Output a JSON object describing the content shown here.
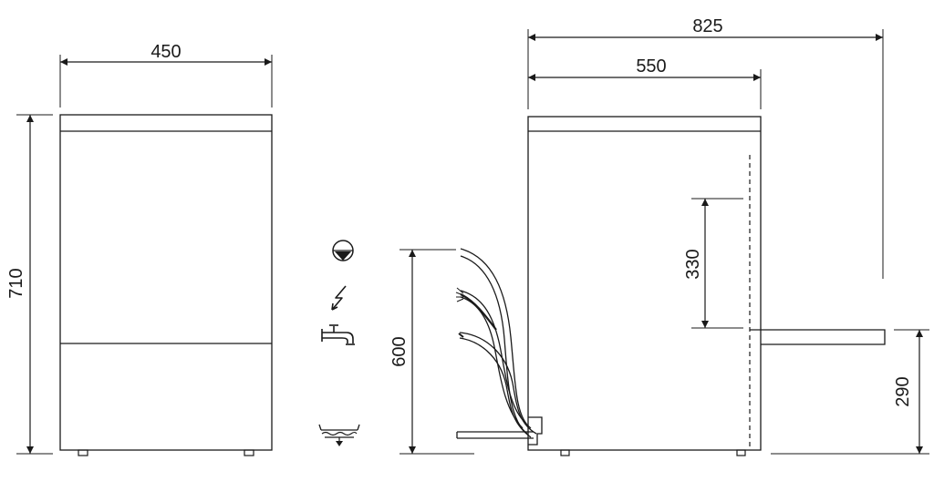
{
  "dimensions": {
    "front_width": "450",
    "front_height": "710",
    "side_overall_depth": "825",
    "side_depth": "550",
    "connection_height": "600",
    "door_height": "330",
    "door_sill_height": "290"
  },
  "icons": [
    "drain-icon",
    "electric-supply-icon",
    "water-inlet-tap-icon",
    "floor-drain-icon"
  ],
  "colors": {
    "line": "#1a1a1a",
    "background": "#ffffff"
  }
}
